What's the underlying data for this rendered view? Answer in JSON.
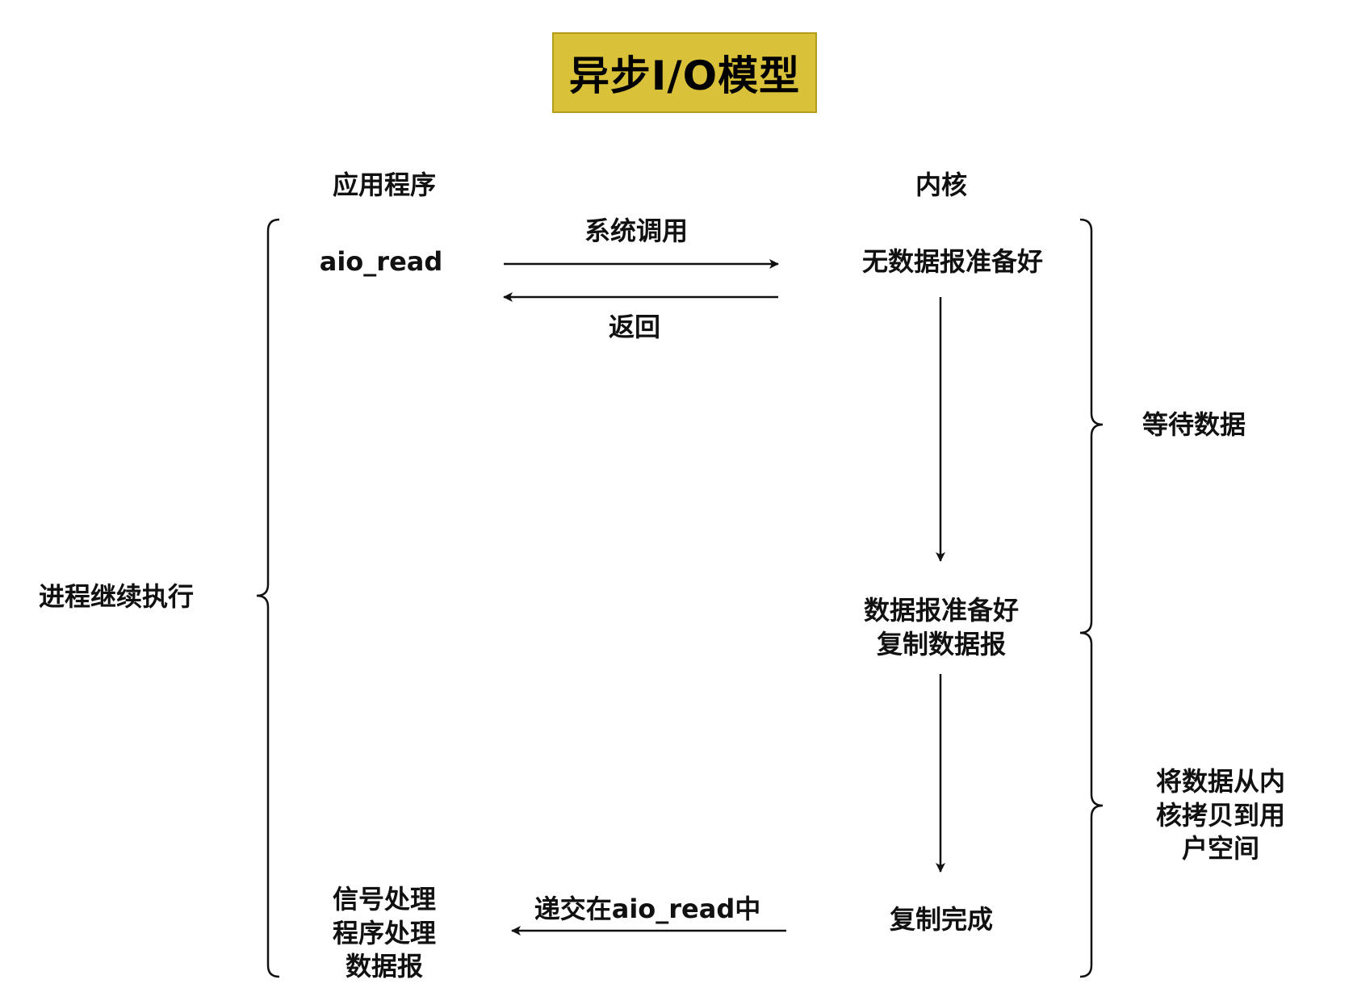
{
  "title": "异步I/O模型",
  "columns": {
    "app": "应用程序",
    "kernel": "内核"
  },
  "app": {
    "call": "aio_read",
    "signal_handler": "信号处理\n程序处理\n数据报",
    "continue": "进程继续执行"
  },
  "messages": {
    "syscall": "系统调用",
    "return": "返回",
    "deliver": "递交在aio_read中"
  },
  "kernel": {
    "no_data": "无数据报准备好",
    "data_ready": "数据报准备好\n复制数据报",
    "copy_done": "复制完成"
  },
  "phases": {
    "wait": "等待数据",
    "copy": "将数据从内\n核拷贝到用\n户空间"
  },
  "colors": {
    "title_bg": "#d9c13a",
    "title_border": "#b39b1c",
    "line": "#111111"
  }
}
